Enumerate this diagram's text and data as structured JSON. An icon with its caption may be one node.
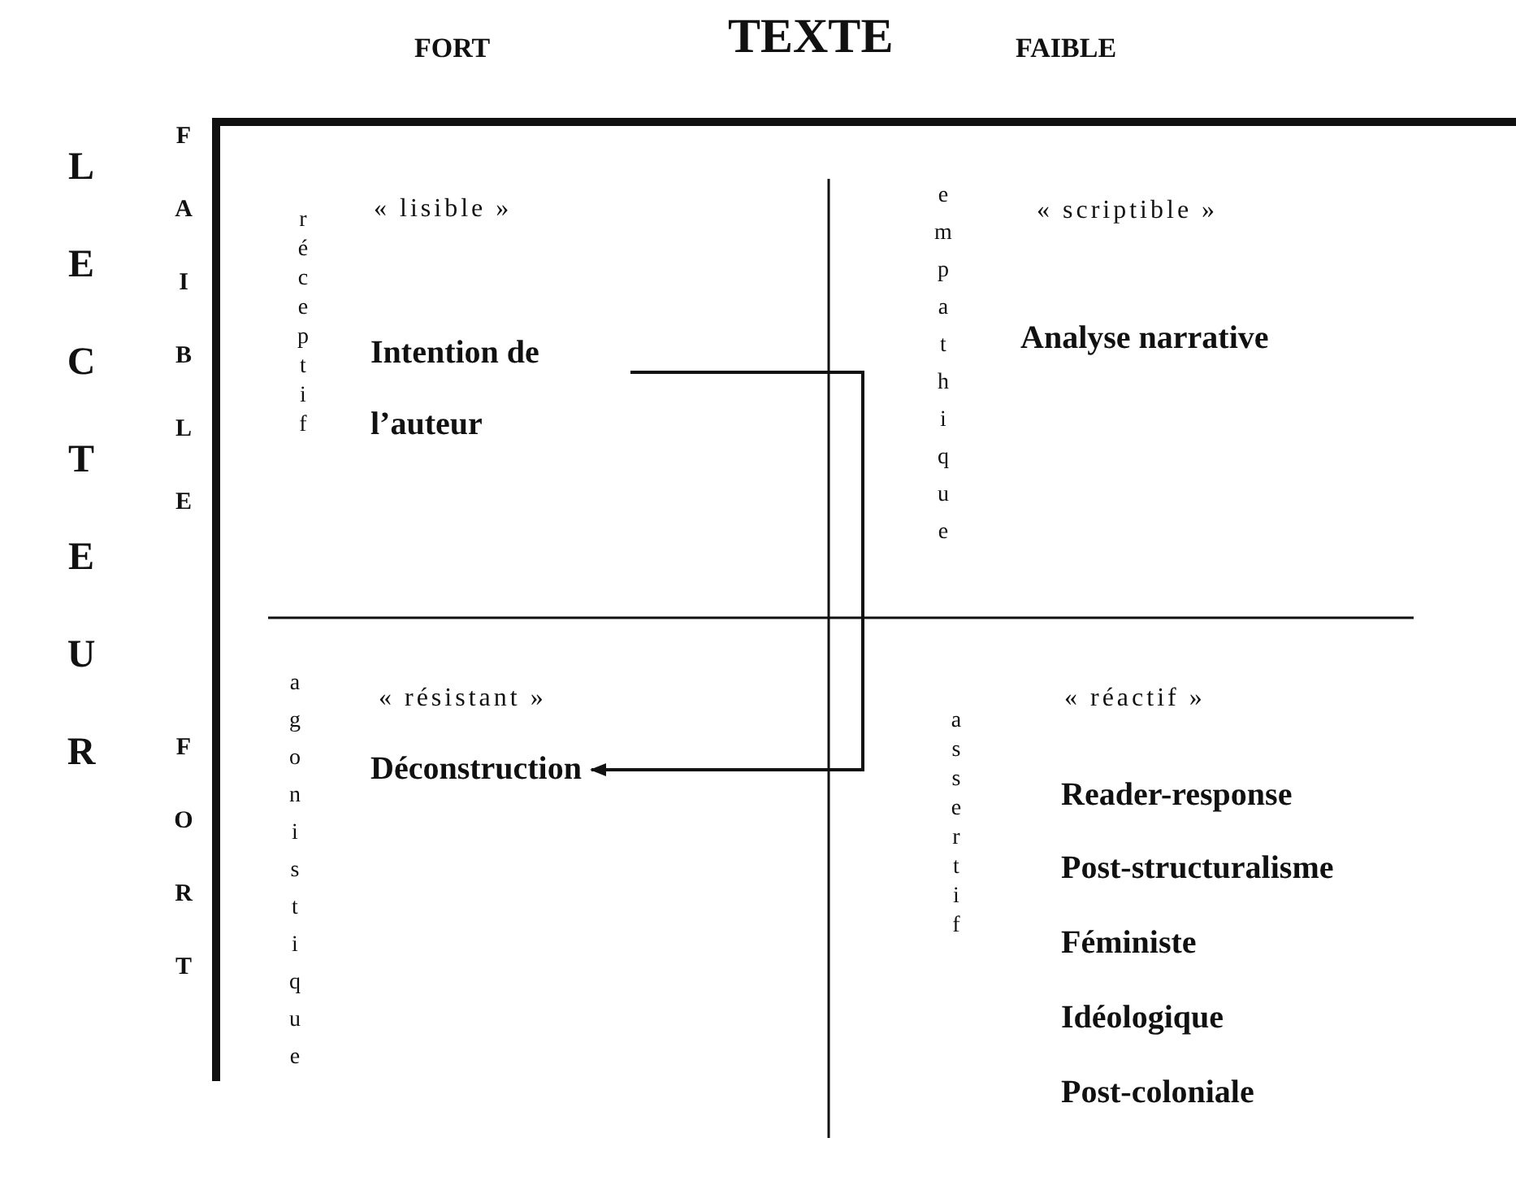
{
  "diagram": {
    "title": "TEXTE",
    "nodes": [
      {
        "text": [
          "Intention de l’auteur"
        ]
      },
      {
        "text": [
          "Déconstruction"
        ]
      }
    ],
    "edges": [
      {
        "from": 0,
        "to": 1,
        "arrow": "to"
      }
    ],
    "labels": [
      "FORT",
      "FAIBLE",
      "LECTEUR",
      "FAIBLE",
      "réceptif",
      "« lisible »",
      "empathique",
      "« scriptible »",
      "Analyse narrative",
      "« résistant »",
      "agonistique",
      "FORT",
      "assertif",
      "« réactif »",
      "Reader-response",
      "Post-structuralisme",
      "Féministe",
      "Idéologique",
      "Post-coloniale"
    ]
  }
}
